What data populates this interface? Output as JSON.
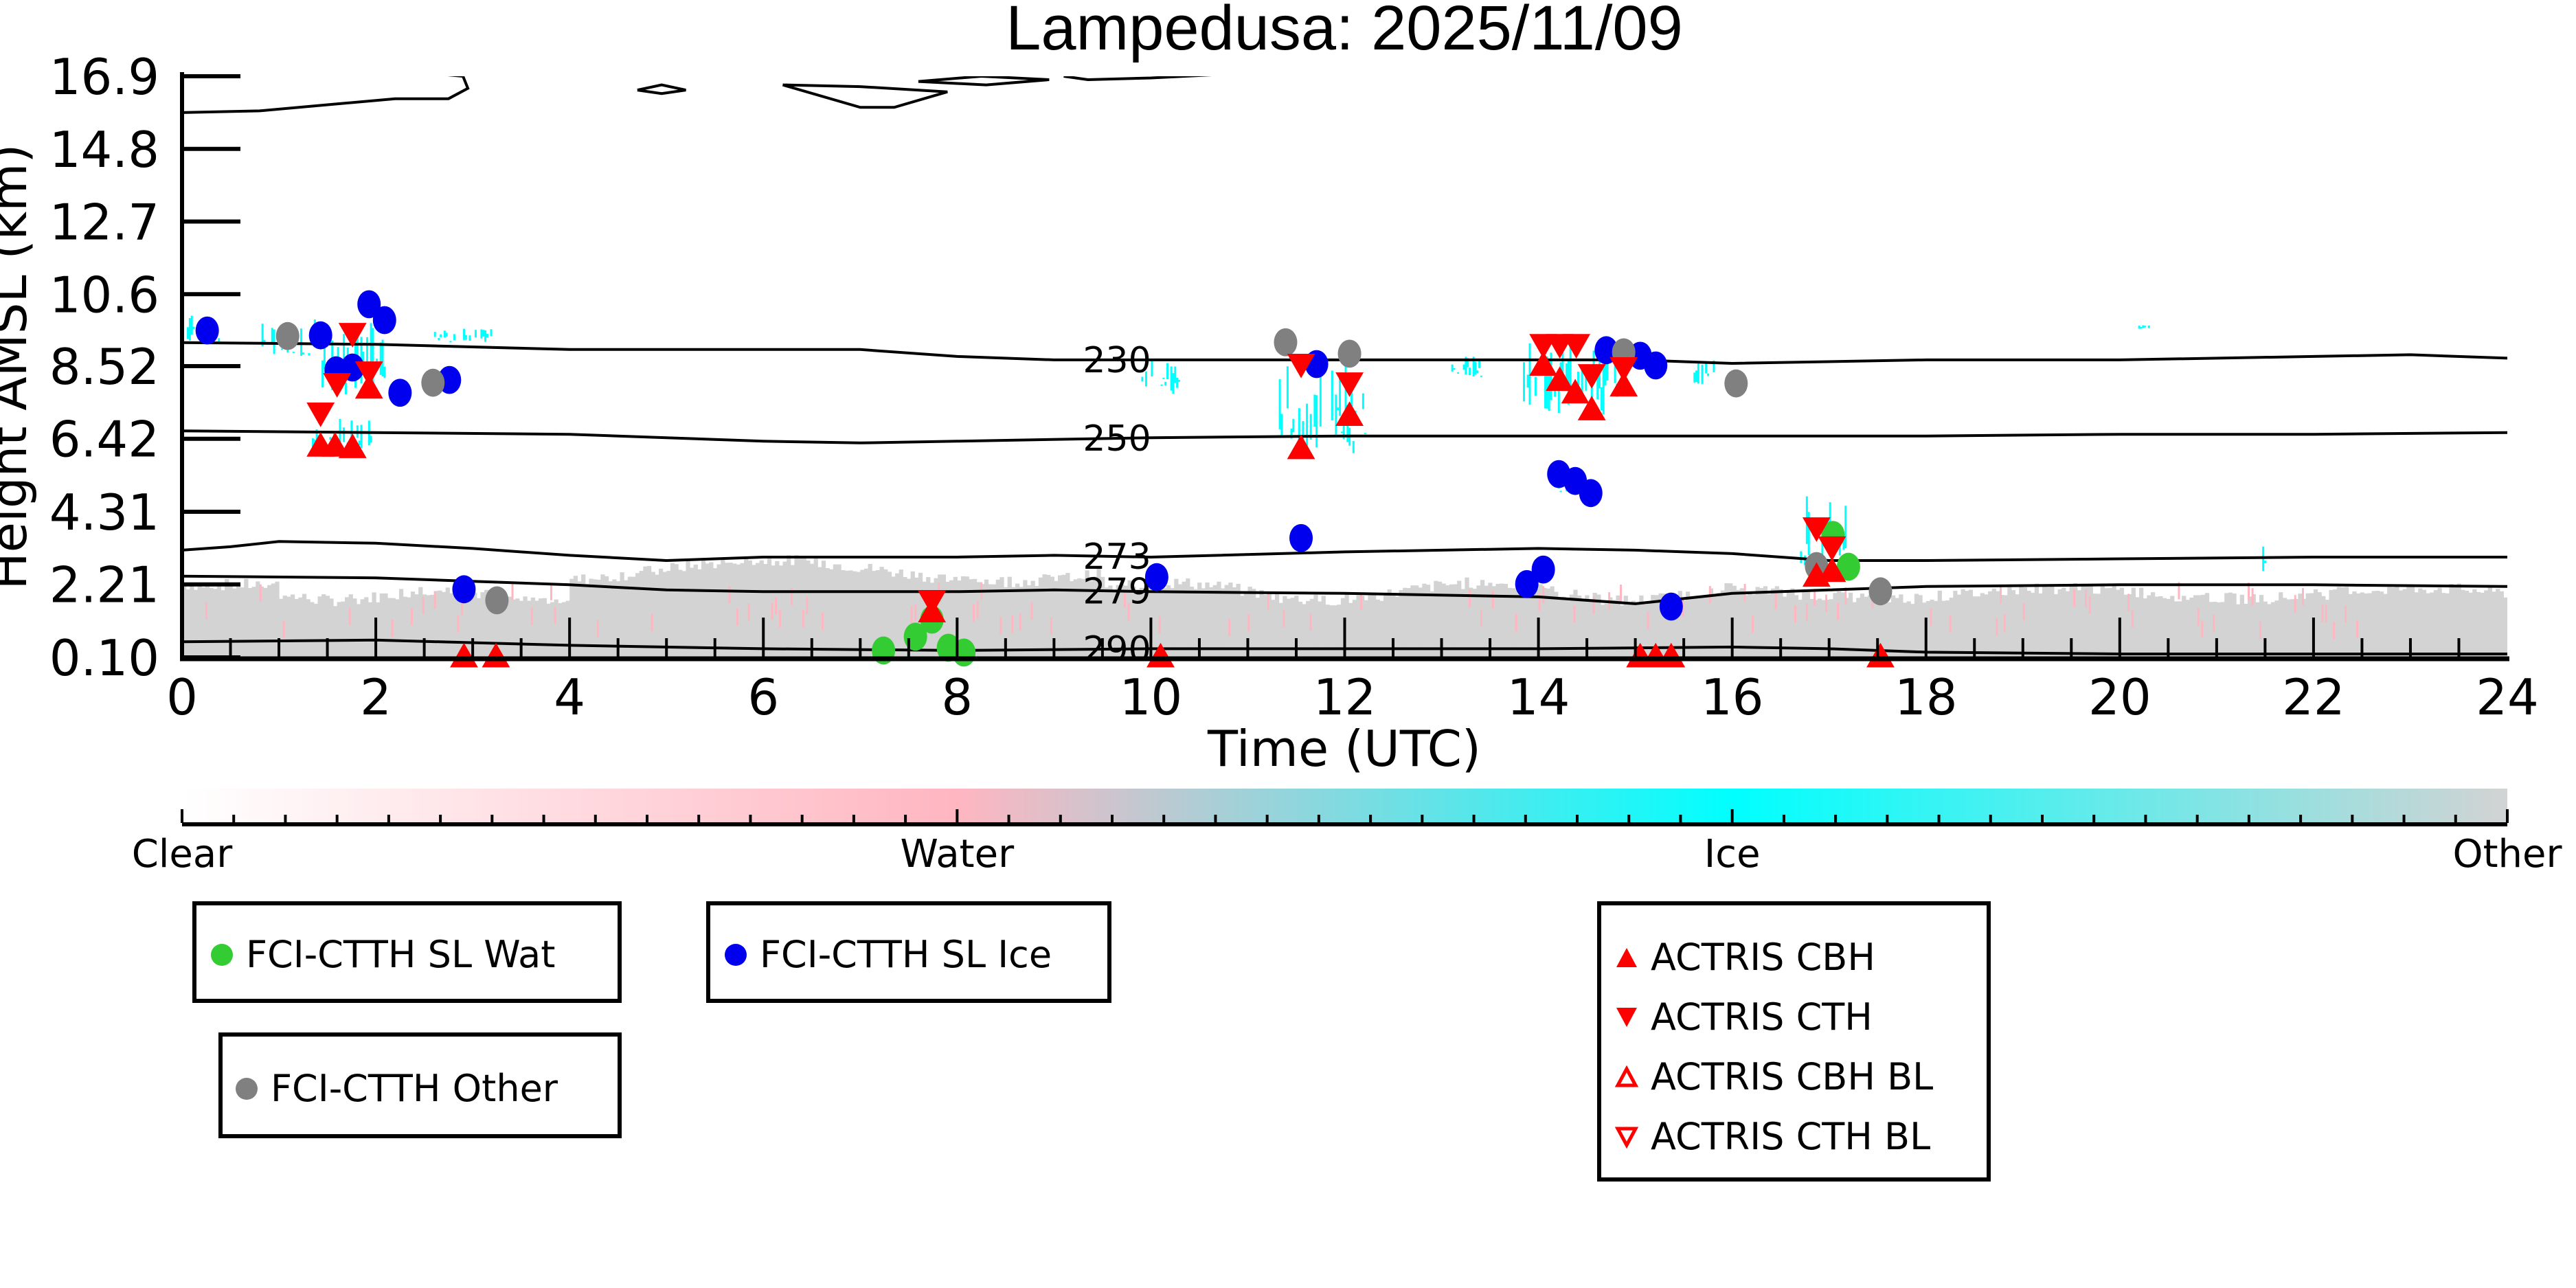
{
  "chart_data": {
    "type": "scatter",
    "title": "Lampedusa: 2025/11/09",
    "xlabel": "Time (UTC)",
    "ylabel": "Height AMSL (km)",
    "xlim": [
      0,
      24
    ],
    "ylim": [
      0.1,
      16.9
    ],
    "x_ticks": [
      "0",
      "2",
      "4",
      "6",
      "8",
      "10",
      "12",
      "14",
      "16",
      "18",
      "20",
      "22",
      "24"
    ],
    "x_tick_values": [
      0,
      2,
      4,
      6,
      8,
      10,
      12,
      14,
      16,
      18,
      20,
      22,
      24
    ],
    "y_ticks": [
      "16.9",
      "14.8",
      "12.7",
      "10.6",
      "8.52",
      "6.42",
      "4.31",
      "2.21",
      "0.10"
    ],
    "y_tick_values": [
      16.9,
      14.8,
      12.7,
      10.6,
      8.52,
      6.42,
      4.31,
      2.21,
      0.1
    ],
    "grid": false,
    "colorbar": {
      "labels": [
        "Clear",
        "Water",
        "Ice",
        "Other"
      ],
      "colors": [
        "#ffffff",
        "#ffb6c1",
        "#00ffff",
        "#d3d3d3"
      ]
    },
    "temperature_contours": [
      {
        "label": "230",
        "points": [
          [
            0,
            9.2
          ],
          [
            2,
            9.15
          ],
          [
            4,
            9.0
          ],
          [
            6,
            9.0
          ],
          [
            7,
            9.0
          ],
          [
            8,
            8.8
          ],
          [
            9,
            8.7
          ],
          [
            10,
            8.7
          ],
          [
            12,
            8.7
          ],
          [
            14,
            8.7
          ],
          [
            15,
            8.7
          ],
          [
            16,
            8.6
          ],
          [
            18,
            8.7
          ],
          [
            20,
            8.7
          ],
          [
            22,
            8.8
          ],
          [
            23,
            8.85
          ],
          [
            24,
            8.75
          ]
        ]
      },
      {
        "label": "250",
        "points": [
          [
            0,
            6.65
          ],
          [
            2,
            6.6
          ],
          [
            4,
            6.55
          ],
          [
            6,
            6.35
          ],
          [
            7,
            6.3
          ],
          [
            8,
            6.35
          ],
          [
            10,
            6.45
          ],
          [
            12,
            6.5
          ],
          [
            14,
            6.5
          ],
          [
            16,
            6.5
          ],
          [
            18,
            6.5
          ],
          [
            20,
            6.55
          ],
          [
            22,
            6.55
          ],
          [
            24,
            6.6
          ]
        ]
      },
      {
        "label": "273",
        "points": [
          [
            0,
            3.2
          ],
          [
            0.5,
            3.3
          ],
          [
            1,
            3.45
          ],
          [
            2,
            3.4
          ],
          [
            3,
            3.25
          ],
          [
            4,
            3.05
          ],
          [
            5,
            2.9
          ],
          [
            6,
            3.0
          ],
          [
            8,
            3.0
          ],
          [
            9,
            3.05
          ],
          [
            10,
            3.0
          ],
          [
            12,
            3.15
          ],
          [
            14,
            3.25
          ],
          [
            15,
            3.2
          ],
          [
            16,
            3.1
          ],
          [
            17,
            2.9
          ],
          [
            18,
            2.9
          ],
          [
            20,
            2.95
          ],
          [
            22,
            3.0
          ],
          [
            24,
            3.0
          ]
        ]
      },
      {
        "label": "279",
        "points": [
          [
            0,
            2.45
          ],
          [
            2,
            2.4
          ],
          [
            4,
            2.2
          ],
          [
            5,
            2.05
          ],
          [
            6,
            2.0
          ],
          [
            8,
            2.0
          ],
          [
            9,
            2.05
          ],
          [
            10,
            2.0
          ],
          [
            12,
            1.95
          ],
          [
            14,
            1.85
          ],
          [
            15,
            1.65
          ],
          [
            16,
            1.95
          ],
          [
            17,
            2.05
          ],
          [
            18,
            2.15
          ],
          [
            20,
            2.2
          ],
          [
            22,
            2.2
          ],
          [
            24,
            2.15
          ]
        ]
      },
      {
        "label": "290",
        "points": [
          [
            0,
            0.55
          ],
          [
            2,
            0.6
          ],
          [
            4,
            0.45
          ],
          [
            6,
            0.35
          ],
          [
            8,
            0.3
          ],
          [
            10,
            0.35
          ],
          [
            12,
            0.35
          ],
          [
            14,
            0.35
          ],
          [
            16,
            0.4
          ],
          [
            17,
            0.35
          ],
          [
            18,
            0.25
          ],
          [
            20,
            0.2
          ],
          [
            22,
            0.2
          ],
          [
            24,
            0.2
          ]
        ]
      }
    ],
    "tropopause_contour_fragments": [
      {
        "points": [
          [
            0,
            15.85
          ],
          [
            0.8,
            15.9
          ],
          [
            1.6,
            16.1
          ],
          [
            2.2,
            16.25
          ],
          [
            2.75,
            16.25
          ],
          [
            2.95,
            16.55
          ],
          [
            2.9,
            16.9
          ],
          [
            2.5,
            17.0
          ]
        ]
      },
      {
        "points": [
          [
            4.7,
            16.5
          ],
          [
            4.95,
            16.65
          ],
          [
            5.2,
            16.5
          ],
          [
            4.95,
            16.4
          ],
          [
            4.7,
            16.5
          ]
        ]
      },
      {
        "points": [
          [
            6.2,
            16.65
          ],
          [
            7.0,
            16.6
          ],
          [
            7.9,
            16.45
          ],
          [
            7.35,
            16.0
          ],
          [
            7.0,
            16.0
          ],
          [
            6.2,
            16.65
          ]
        ]
      },
      {
        "points": [
          [
            7.6,
            16.75
          ],
          [
            8.25,
            16.9
          ],
          [
            8.95,
            16.8
          ],
          [
            8.3,
            16.65
          ],
          [
            7.6,
            16.75
          ]
        ]
      },
      {
        "points": [
          [
            9.1,
            16.9
          ],
          [
            9.35,
            16.8
          ],
          [
            10.0,
            16.85
          ],
          [
            10.7,
            16.95
          ]
        ]
      }
    ],
    "series": [
      {
        "name": "FCI-CTTH SL Wat",
        "marker": "circle",
        "color": "#33cc33",
        "points": [
          [
            7.24,
            0.3
          ],
          [
            7.57,
            0.7
          ],
          [
            7.74,
            1.19
          ],
          [
            7.91,
            0.38
          ],
          [
            8.07,
            0.24
          ],
          [
            17.04,
            3.64
          ],
          [
            17.2,
            2.72
          ]
        ]
      },
      {
        "name": "FCI-CTTH SL Ice",
        "marker": "circle",
        "color": "#0000ee",
        "points": [
          [
            0.26,
            9.55
          ],
          [
            1.43,
            9.41
          ],
          [
            1.93,
            10.31
          ],
          [
            2.09,
            9.85
          ],
          [
            1.59,
            8.4
          ],
          [
            1.76,
            8.48
          ],
          [
            2.25,
            7.75
          ],
          [
            2.76,
            8.12
          ],
          [
            2.91,
            2.07
          ],
          [
            10.06,
            2.42
          ],
          [
            11.55,
            3.55
          ],
          [
            11.71,
            8.58
          ],
          [
            13.88,
            2.22
          ],
          [
            14.05,
            2.64
          ],
          [
            14.21,
            5.4
          ],
          [
            14.38,
            5.2
          ],
          [
            14.54,
            4.85
          ],
          [
            14.7,
            8.98
          ],
          [
            15.05,
            8.82
          ],
          [
            15.21,
            8.54
          ],
          [
            15.37,
            1.57
          ]
        ]
      },
      {
        "name": "FCI-CTTH Other",
        "marker": "circle",
        "color": "#808080",
        "points": [
          [
            1.09,
            9.39
          ],
          [
            2.59,
            8.04
          ],
          [
            3.25,
            1.75
          ],
          [
            11.39,
            9.21
          ],
          [
            12.05,
            8.88
          ],
          [
            14.88,
            8.92
          ],
          [
            16.04,
            8.02
          ],
          [
            16.87,
            2.74
          ],
          [
            17.53,
            2.01
          ]
        ]
      },
      {
        "name": "ACTRIS CBH",
        "marker": "triangle-up",
        "color": "#ff0000",
        "points": [
          [
            1.43,
            6.24
          ],
          [
            1.58,
            6.24
          ],
          [
            1.76,
            6.2
          ],
          [
            1.93,
            7.92
          ],
          [
            2.91,
            0.15
          ],
          [
            3.24,
            0.15
          ],
          [
            7.74,
            1.45
          ],
          [
            10.1,
            0.15
          ],
          [
            11.55,
            6.17
          ],
          [
            12.05,
            7.13
          ],
          [
            14.05,
            8.58
          ],
          [
            14.22,
            8.14
          ],
          [
            14.38,
            7.78
          ],
          [
            14.55,
            7.29
          ],
          [
            14.88,
            7.98
          ],
          [
            15.05,
            0.15
          ],
          [
            15.21,
            0.15
          ],
          [
            15.37,
            0.15
          ],
          [
            16.87,
            2.48
          ],
          [
            17.03,
            2.62
          ],
          [
            17.53,
            0.15
          ]
        ]
      },
      {
        "name": "ACTRIS CTH",
        "marker": "triangle-down",
        "color": "#ff0000",
        "points": [
          [
            1.43,
            7.13
          ],
          [
            1.6,
            7.98
          ],
          [
            1.76,
            9.43
          ],
          [
            1.93,
            8.32
          ],
          [
            7.74,
            1.69
          ],
          [
            11.55,
            8.54
          ],
          [
            12.05,
            8.0
          ],
          [
            14.05,
            9.11
          ],
          [
            14.22,
            9.11
          ],
          [
            14.39,
            9.11
          ],
          [
            14.55,
            8.24
          ],
          [
            14.88,
            8.44
          ],
          [
            16.87,
            3.81
          ],
          [
            17.03,
            3.26
          ]
        ]
      },
      {
        "name": "ACTRIS CBH BL",
        "marker": "triangle-up-open",
        "color": "#ff0000",
        "points": []
      },
      {
        "name": "ACTRIS CTH BL",
        "marker": "triangle-down-open",
        "color": "#ff0000",
        "points": []
      }
    ],
    "legends": [
      {
        "entries": [
          "FCI-CTTH SL Wat"
        ]
      },
      {
        "entries": [
          "FCI-CTTH SL Ice"
        ]
      },
      {
        "entries": [
          "FCI-CTTH Other"
        ]
      },
      {
        "entries": [
          "ACTRIS CBH",
          "ACTRIS CTH",
          "ACTRIS CBH BL",
          "ACTRIS CTH BL"
        ]
      }
    ]
  }
}
